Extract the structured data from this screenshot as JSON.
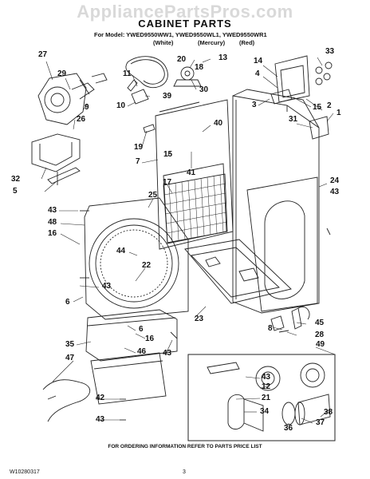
{
  "watermark": "AppliancePartsPros.com",
  "title": "CABINET PARTS",
  "model_line": "For Model: YWED9550WW1, YWED9550WL1, YWED9550WR1",
  "variants": [
    "(White)",
    "(Mercury)",
    "(Red)"
  ],
  "footer_note": "FOR ORDERING INFORMATION REFER TO PARTS PRICE LIST",
  "doc_id": "W10280317",
  "page_number": "3",
  "callouts": {
    "c27": "27",
    "c29": "29",
    "c9": "9",
    "c26": "26",
    "c32": "32",
    "c5": "5",
    "c11": "11",
    "c10": "10",
    "c39": "39",
    "c20": "20",
    "c18": "18",
    "c13": "13",
    "c30": "30",
    "c14": "14",
    "c4": "4",
    "c33": "33",
    "c2": "2",
    "c3": "3",
    "c15": "15",
    "c31": "31",
    "c1": "1",
    "c40": "40",
    "c19": "19",
    "c15b": "15",
    "c7": "7",
    "c41": "41",
    "c17": "17",
    "c25": "25",
    "c24": "24",
    "c43a": "43",
    "c43b": "43",
    "c48": "48",
    "c16a": "16",
    "c44": "44",
    "c22": "22",
    "c43c": "43",
    "c6a": "6",
    "c23": "23",
    "c8": "8",
    "c45": "45",
    "c28": "28",
    "c6b": "6",
    "c16b": "16",
    "c35": "35",
    "c46": "46",
    "c43d": "43",
    "c47": "47",
    "c49": "49",
    "c43e": "43",
    "c12": "12",
    "c21": "21",
    "c42": "42",
    "c43f": "43",
    "c34": "34",
    "c36": "36",
    "c37": "37",
    "c38": "38"
  }
}
